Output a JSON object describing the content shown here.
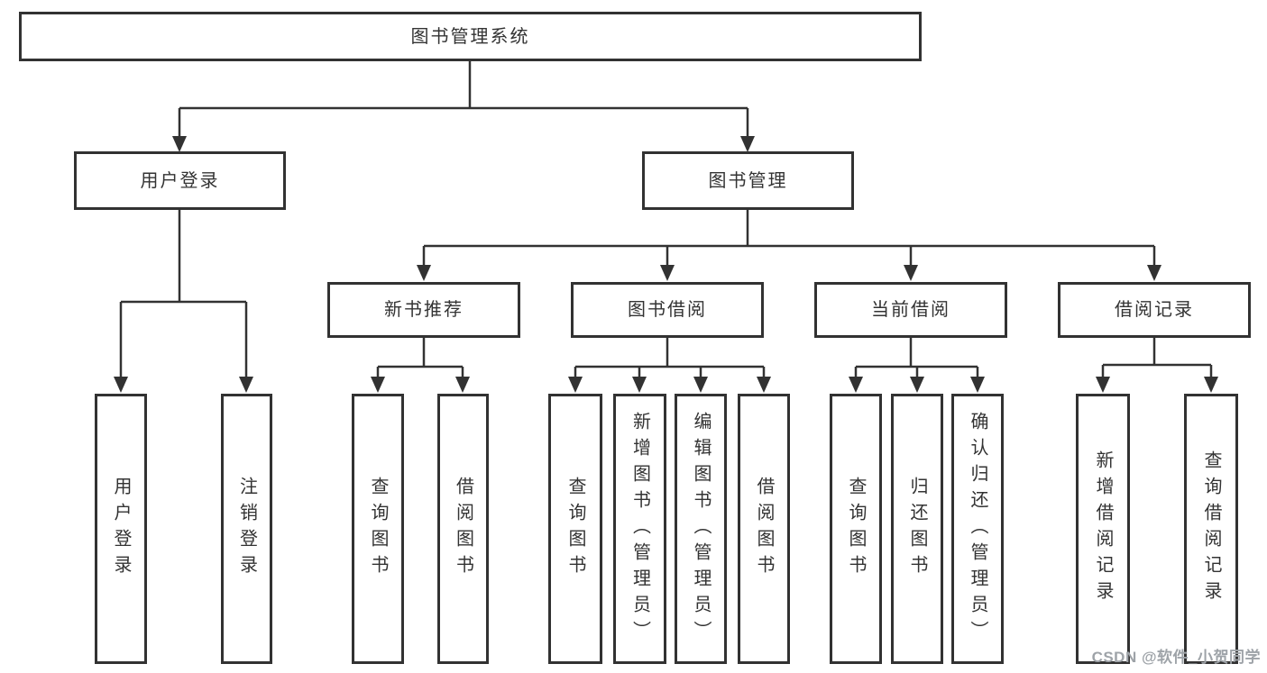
{
  "diagram_title": "图书管理系统",
  "labels": {
    "root": "图书管理系统",
    "user_login": "用户登录",
    "book_mgmt": "图书管理",
    "new_book_rec": "新书推荐",
    "book_borrow": "图书借阅",
    "current_borrow": "当前借阅",
    "borrow_records": "借阅记录",
    "leaf_user_login": "用户登录",
    "leaf_logout": "注销登录",
    "leaf_rec_query_book": "查询图书",
    "leaf_rec_borrow_book": "借阅图书",
    "leaf_bb_query_book": "查询图书",
    "leaf_bb_add_book": "新增图书（管理员）",
    "leaf_bb_edit_book": "编辑图书（管理员）",
    "leaf_bb_borrow_book": "借阅图书",
    "leaf_cb_query_book": "查询图书",
    "leaf_cb_return_book": "归还图书",
    "leaf_cb_confirm_return": "确认归还（管理员）",
    "leaf_br_add_record": "新增借阅记录",
    "leaf_br_query_record": "查询借阅记录"
  },
  "hierarchy": {
    "label": "图书管理系统",
    "children": [
      {
        "label": "用户登录",
        "children": [
          {
            "label": "用户登录"
          },
          {
            "label": "注销登录"
          }
        ]
      },
      {
        "label": "图书管理",
        "children": [
          {
            "label": "新书推荐",
            "children": [
              {
                "label": "查询图书"
              },
              {
                "label": "借阅图书"
              }
            ]
          },
          {
            "label": "图书借阅",
            "children": [
              {
                "label": "查询图书"
              },
              {
                "label": "新增图书（管理员）"
              },
              {
                "label": "编辑图书（管理员）"
              },
              {
                "label": "借阅图书"
              }
            ]
          },
          {
            "label": "当前借阅",
            "children": [
              {
                "label": "查询图书"
              },
              {
                "label": "归还图书"
              },
              {
                "label": "确认归还（管理员）"
              }
            ]
          },
          {
            "label": "借阅记录",
            "children": [
              {
                "label": "新增借阅记录"
              },
              {
                "label": "查询借阅记录"
              }
            ]
          }
        ]
      }
    ]
  },
  "watermark": {
    "text": "CSDN @软件_小贺同学"
  },
  "colors": {
    "line": "#323232",
    "box_border": "#323232",
    "text": "#333333",
    "watermark": "#9ea3a8",
    "background": "#ffffff"
  }
}
